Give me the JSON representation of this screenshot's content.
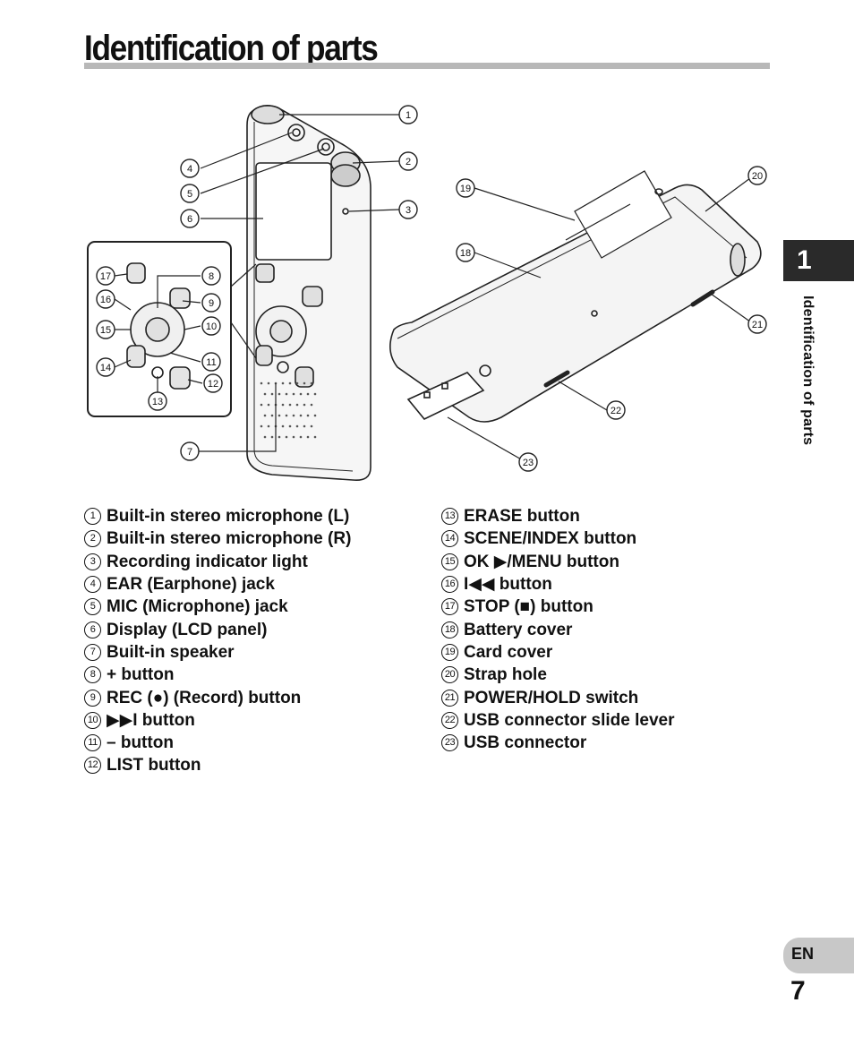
{
  "page": {
    "title": "Identification of parts",
    "chapter_number": "1",
    "side_label": "Identification of parts",
    "language": "EN",
    "page_number": "7"
  },
  "callouts": [
    "1",
    "2",
    "3",
    "4",
    "5",
    "6",
    "7",
    "8",
    "9",
    "10",
    "11",
    "12",
    "13",
    "14",
    "15",
    "16",
    "17",
    "18",
    "19",
    "20",
    "21",
    "22",
    "23"
  ],
  "parts_left": [
    {
      "num": "1",
      "label": "Built-in stereo microphone (L)"
    },
    {
      "num": "2",
      "label": "Built-in stereo microphone (R)"
    },
    {
      "num": "3",
      "label": "Recording indicator light"
    },
    {
      "num": "4",
      "label": "EAR (Earphone) jack"
    },
    {
      "num": "5",
      "label": "MIC (Microphone) jack"
    },
    {
      "num": "6",
      "label": "Display (LCD panel)"
    },
    {
      "num": "7",
      "label": "Built-in speaker"
    },
    {
      "num": "8",
      "label": "+ button"
    },
    {
      "num": "9",
      "label": "REC (●) (Record) button"
    },
    {
      "num": "10",
      "label": "▶▶I button"
    },
    {
      "num": "11",
      "label": "– button"
    },
    {
      "num": "12",
      "label": "LIST button"
    }
  ],
  "parts_right": [
    {
      "num": "13",
      "label": "ERASE button"
    },
    {
      "num": "14",
      "label": "SCENE/INDEX button"
    },
    {
      "num": "15",
      "label": "OK ▶/MENU button"
    },
    {
      "num": "16",
      "label": "I◀◀ button"
    },
    {
      "num": "17",
      "label": "STOP (■) button"
    },
    {
      "num": "18",
      "label": "Battery cover"
    },
    {
      "num": "19",
      "label": "Card cover"
    },
    {
      "num": "20",
      "label": "Strap hole"
    },
    {
      "num": "21",
      "label": "POWER/HOLD switch"
    },
    {
      "num": "22",
      "label": "USB connector slide lever"
    },
    {
      "num": "23",
      "label": "USB connector"
    }
  ]
}
